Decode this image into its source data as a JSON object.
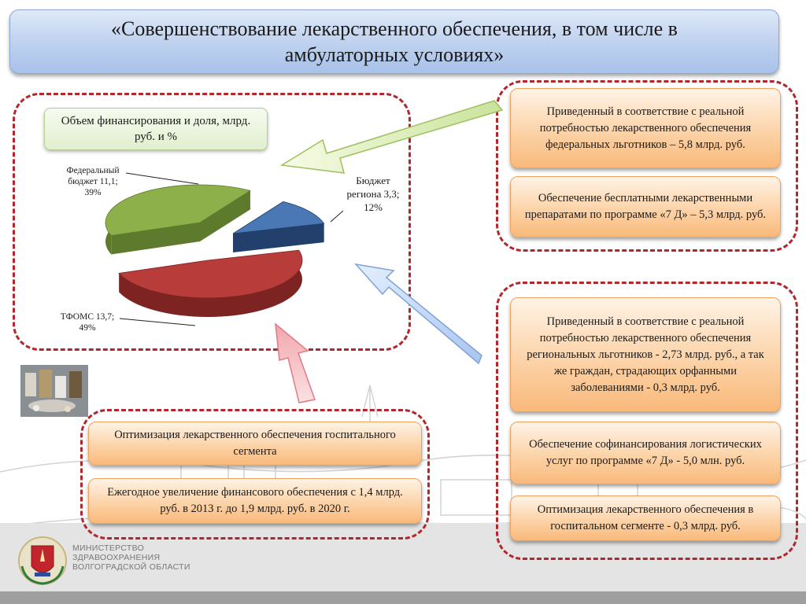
{
  "slide": {
    "title": "«Совершенствование лекарственного обеспечения, в том числе в амбулаторных условиях»"
  },
  "chart_data": {
    "type": "pie",
    "title": "Объем финансирования и доля, млрд. руб. и %",
    "categories": [
      "Федеральный бюджет",
      "Бюджет региона",
      "ТФОМС"
    ],
    "values": [
      11.1,
      3.3,
      13.7
    ],
    "percents": [
      39,
      12,
      49
    ],
    "colors": [
      "#8db04a",
      "#4a78b5",
      "#b83c3a"
    ],
    "labels": {
      "federal": [
        "Федеральный",
        "бюджет 11,1;",
        "39%"
      ],
      "region": [
        "Бюджет",
        "региона 3,3;",
        "12%"
      ],
      "tfoms": [
        "ТФОМС 13,7;",
        "49%"
      ]
    }
  },
  "left_boxes": {
    "hospital_optimization": "Оптимизация лекарственного обеспечения госпитального сегмента",
    "annual_increase": "Ежегодное увеличение финансового обеспечения с 1,4 млрд. руб. в 2013 г. до 1,9 млрд. руб. в 2020 г."
  },
  "right_top_boxes": {
    "federal_need": "Приведенный в соответствие с реальной потребностью лекарственного обеспечения федеральных льготников – 5,8 млрд. руб.",
    "free_drugs": "Обеспечение бесплатными лекарственными препаратами по программе «7 Д» – 5,3 млрд. руб."
  },
  "right_bottom_boxes": {
    "regional_need": "Приведенный в соответствие с реальной потребностью лекарственного обеспечения региональных льготников - 2,73 млрд. руб., а так же граждан, страдающих орфанными заболеваниями - 0,3 млрд. руб.",
    "logistics": "Обеспечение софинансирования логистических услуг по программе «7 Д» - 5,0 млн. руб.",
    "hospital_segment": "Оптимизация лекарственного обеспечения в госпитальном сегменте - 0,3 млрд. руб."
  },
  "ministry": {
    "line1": "МИНИСТЕРСТВО",
    "line2": "ЗДРАВООХРАНЕНИЯ",
    "line3": "ВОЛГОГРАДСКОЙ ОБЛАСТИ"
  }
}
